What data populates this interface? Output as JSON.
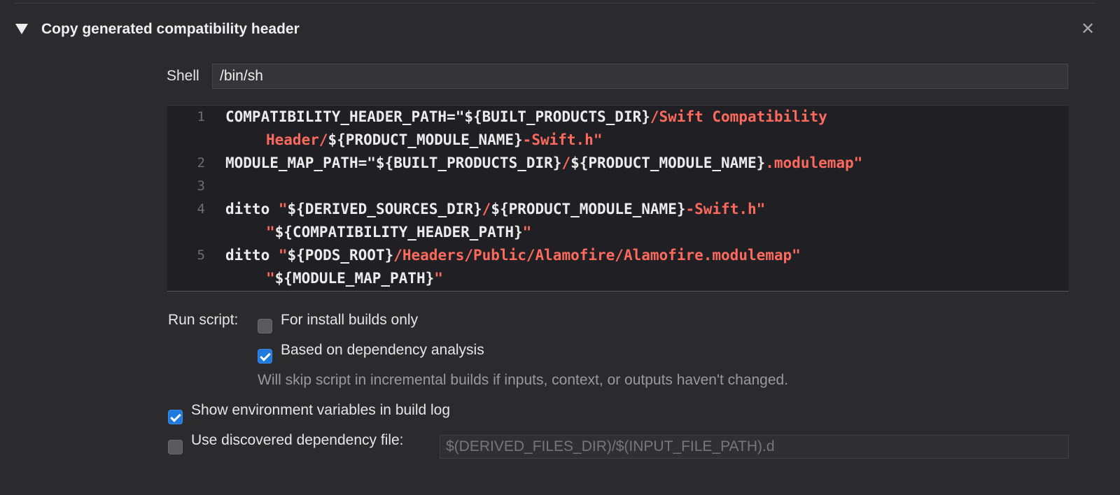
{
  "phase": {
    "title": "Copy generated compatibility header",
    "disclosure_icon": "triangle-down-icon",
    "close_icon": "close-icon",
    "close_glyph": "✕"
  },
  "shell": {
    "label": "Shell",
    "value": "/bin/sh"
  },
  "script": {
    "lines": [
      {
        "number": "1",
        "tokens": [
          {
            "text": "COMPATIBILITY_HEADER_PATH=\"${BUILT_PRODUCTS_DIR}",
            "kind": "tok"
          },
          {
            "text": "/Swift Compatibility",
            "kind": "str"
          }
        ],
        "continuation": [
          {
            "text": "Header/",
            "kind": "str"
          },
          {
            "text": "${PRODUCT_MODULE_NAME}",
            "kind": "tok"
          },
          {
            "text": "-Swift.h\"",
            "kind": "str"
          }
        ]
      },
      {
        "number": "2",
        "tokens": [
          {
            "text": "MODULE_MAP_PATH=\"${BUILT_PRODUCTS_DIR}",
            "kind": "tok"
          },
          {
            "text": "/",
            "kind": "str"
          },
          {
            "text": "${PRODUCT_MODULE_NAME}",
            "kind": "tok"
          },
          {
            "text": ".modulemap\"",
            "kind": "str"
          }
        ],
        "continuation": []
      },
      {
        "number": "3",
        "tokens": [],
        "continuation": []
      },
      {
        "number": "4",
        "tokens": [
          {
            "text": "ditto ",
            "kind": "tok"
          },
          {
            "text": "\"",
            "kind": "str"
          },
          {
            "text": "${DERIVED_SOURCES_DIR}",
            "kind": "tok"
          },
          {
            "text": "/",
            "kind": "str"
          },
          {
            "text": "${PRODUCT_MODULE_NAME}",
            "kind": "tok"
          },
          {
            "text": "-Swift.h\"",
            "kind": "str"
          }
        ],
        "continuation": [
          {
            "text": "\"",
            "kind": "str"
          },
          {
            "text": "${COMPATIBILITY_HEADER_PATH}",
            "kind": "tok"
          },
          {
            "text": "\"",
            "kind": "str"
          }
        ]
      },
      {
        "number": "5",
        "tokens": [
          {
            "text": "ditto ",
            "kind": "tok"
          },
          {
            "text": "\"",
            "kind": "str"
          },
          {
            "text": "${PODS_ROOT}",
            "kind": "tok"
          },
          {
            "text": "/Headers/Public/Alamofire/Alamofire.modulemap\"",
            "kind": "str"
          }
        ],
        "continuation": [
          {
            "text": "\"",
            "kind": "str"
          },
          {
            "text": "${MODULE_MAP_PATH}",
            "kind": "tok"
          },
          {
            "text": "\"",
            "kind": "str"
          }
        ]
      }
    ]
  },
  "options": {
    "run_script_label": "Run script:",
    "install_builds_only": {
      "label": "For install builds only",
      "checked": false
    },
    "dependency_analysis": {
      "label": "Based on dependency analysis",
      "checked": true
    },
    "dependency_hint": "Will skip script in incremental builds if inputs, context, or outputs haven't changed.",
    "show_env_vars": {
      "label": "Show environment variables in build log",
      "checked": true
    },
    "discovered_dep_file": {
      "label": "Use discovered dependency file:",
      "checked": false,
      "placeholder": "$(DERIVED_FILES_DIR)/$(INPUT_FILE_PATH).d"
    }
  },
  "colors": {
    "background": "#2b2b2d",
    "editor_background": "#1f1f24",
    "string_color": "#fc6a5d",
    "checkbox_accent": "#1f7ae0"
  }
}
